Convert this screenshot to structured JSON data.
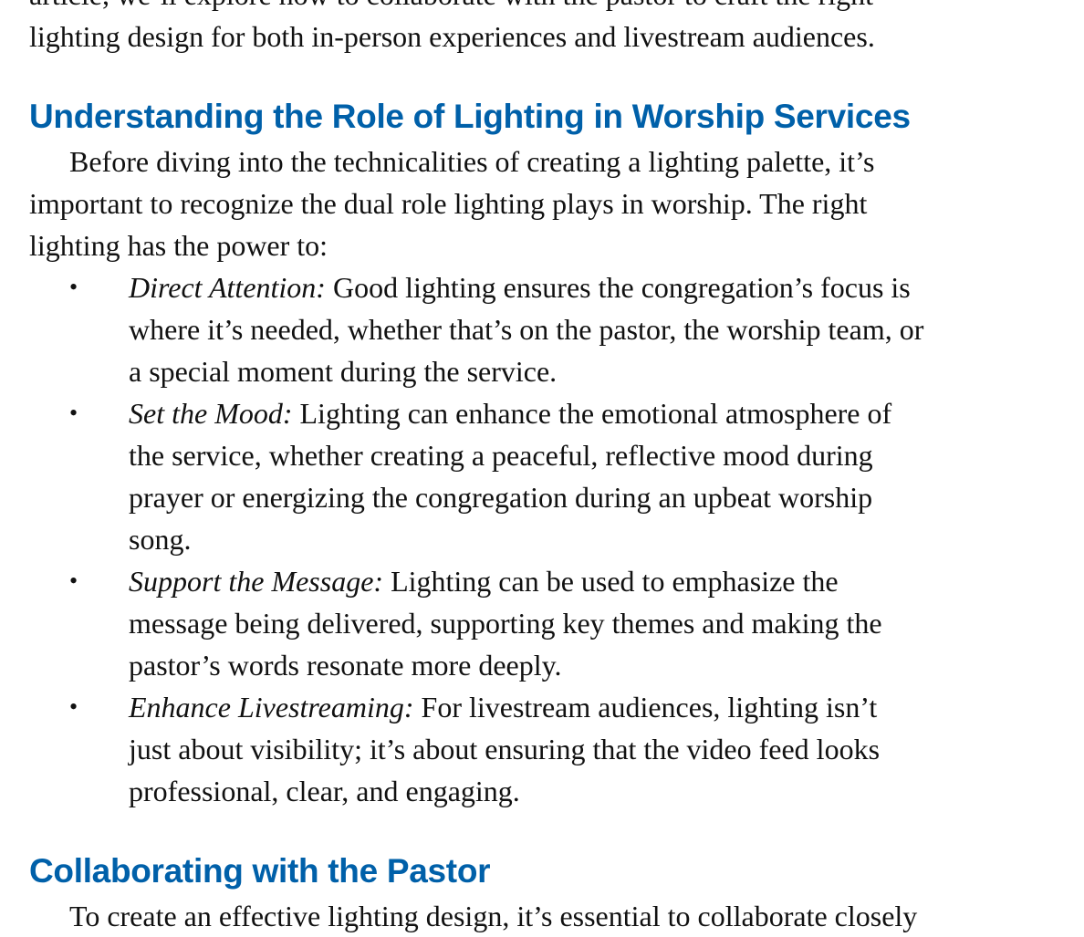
{
  "intro_lines": [
    "article, we’ll explore how to collaborate with the pastor to craft the right",
    "lighting design for both in-person experiences and livestream audiences."
  ],
  "section1": {
    "heading": "Understanding the Role of Lighting in Worship Services",
    "para_lines": [
      "Before diving into the technicalities of creating a lighting palette, it’s",
      "important to recognize the dual role lighting plays in worship. The right",
      "lighting has the power to:"
    ],
    "bullets": [
      {
        "term": "Direct Attention:",
        "lines": [
          " Good lighting ensures the congregation’s focus is",
          "where it’s needed, whether that’s on the pastor, the worship team, or",
          "a special moment during the service."
        ]
      },
      {
        "term": "Set the Mood:",
        "lines": [
          " Lighting can enhance the emotional atmosphere of",
          "the service, whether creating a peaceful, reflective mood during",
          "prayer or energizing the congregation during an upbeat worship",
          "song."
        ]
      },
      {
        "term": "Support the Message:",
        "lines": [
          " Lighting can be used to emphasize the",
          "message being delivered, supporting key themes and making the",
          "pastor’s words resonate more deeply."
        ]
      },
      {
        "term": "Enhance Livestreaming:",
        "lines": [
          " For livestream audiences, lighting isn’t",
          "just about visibility; it’s about ensuring that the video feed looks",
          "professional, clear, and engaging."
        ]
      }
    ]
  },
  "section2": {
    "heading": "Collaborating with the Pastor",
    "para_lines": [
      "To create an effective lighting design, it’s essential to collaborate closely"
    ]
  },
  "bullet_symbol": "•"
}
